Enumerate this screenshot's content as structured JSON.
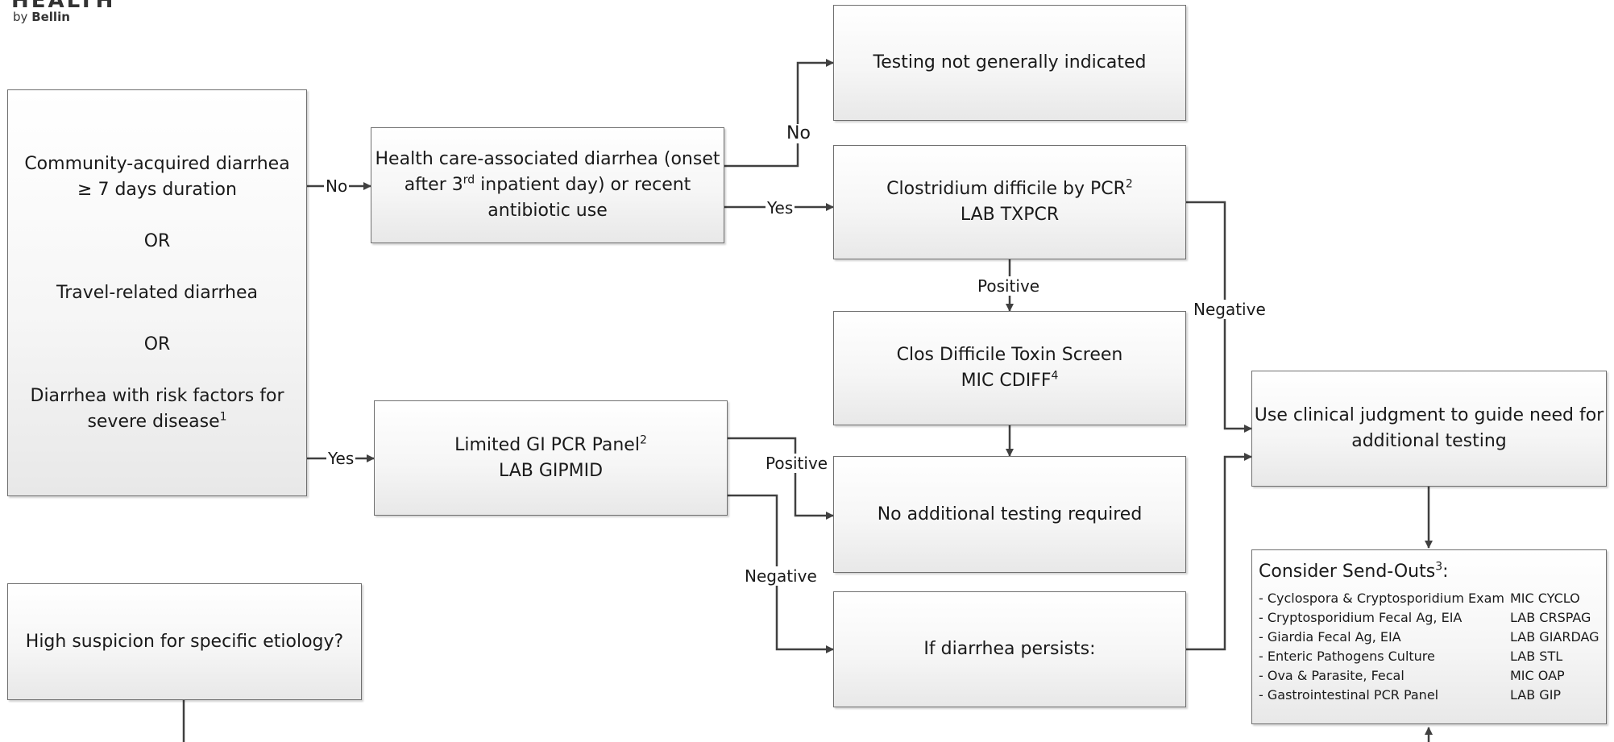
{
  "logo": {
    "text": "HEALTH",
    "by": "by",
    "brand": "Bellin"
  },
  "nodes": {
    "start": {
      "line1": "Community-acquired diarrhea",
      "line2": "≥ 7 days duration",
      "or1": "OR",
      "line3": "Travel-related diarrhea",
      "or2": "OR",
      "line4": "Diarrhea with risk factors for",
      "line5": "severe disease",
      "line5_sup": "1"
    },
    "healthcare": {
      "line1": "Health care-associated diarrhea (onset",
      "line2_pre": "after 3",
      "line2_sup": "rd",
      "line2_post": " inpatient day) or recent",
      "line3": "antibiotic use"
    },
    "not_indicated": {
      "text": "Testing not generally indicated"
    },
    "cdiff_pcr": {
      "line1": "Clostridium difficile by PCR",
      "line1_sup": "2",
      "line2": "LAB TXPCR"
    },
    "toxin_screen": {
      "line1": "Clos Difficile Toxin Screen",
      "line2": "MIC CDIFF",
      "line2_sup": "4"
    },
    "limited_gi": {
      "line1": "Limited GI PCR Panel",
      "line1_sup": "2",
      "line2": "LAB GIPMID"
    },
    "no_additional": {
      "text": "No additional testing required"
    },
    "persists": {
      "text": "If diarrhea persists:"
    },
    "clinical": {
      "line1": "Use clinical judgment to guide need for",
      "line2": "additional testing"
    },
    "suspicion": {
      "text": "High suspicion for specific etiology?"
    },
    "sendouts": {
      "title": "Consider Send-Outs",
      "title_sup": "3",
      "title_suffix": ":",
      "rows": [
        {
          "name": "- Cyclospora & Cryptosporidium Exam",
          "code": "MIC CYCLO"
        },
        {
          "name": "- Cryptosporidium Fecal Ag, EIA",
          "code": "LAB CRSPAG"
        },
        {
          "name": "- Giardia Fecal Ag, EIA",
          "code": "LAB GIARDAG"
        },
        {
          "name": "- Enteric Pathogens Culture",
          "code": "LAB STL"
        },
        {
          "name": "- Ova & Parasite, Fecal",
          "code": "MIC OAP"
        },
        {
          "name": "- Gastrointestinal PCR Panel",
          "code": "LAB GIP"
        }
      ]
    }
  },
  "edge_labels": {
    "start_no": "No",
    "start_yes": "Yes",
    "hc_no": "No",
    "hc_yes": "Yes",
    "cdiff_positive": "Positive",
    "cdiff_negative": "Negative",
    "gi_positive": "Positive",
    "gi_negative": "Negative"
  },
  "colors": {
    "line": "#404040",
    "border": "#6f6f6f",
    "fill_top": "#ffffff",
    "fill_bottom": "#e8e8e8"
  }
}
